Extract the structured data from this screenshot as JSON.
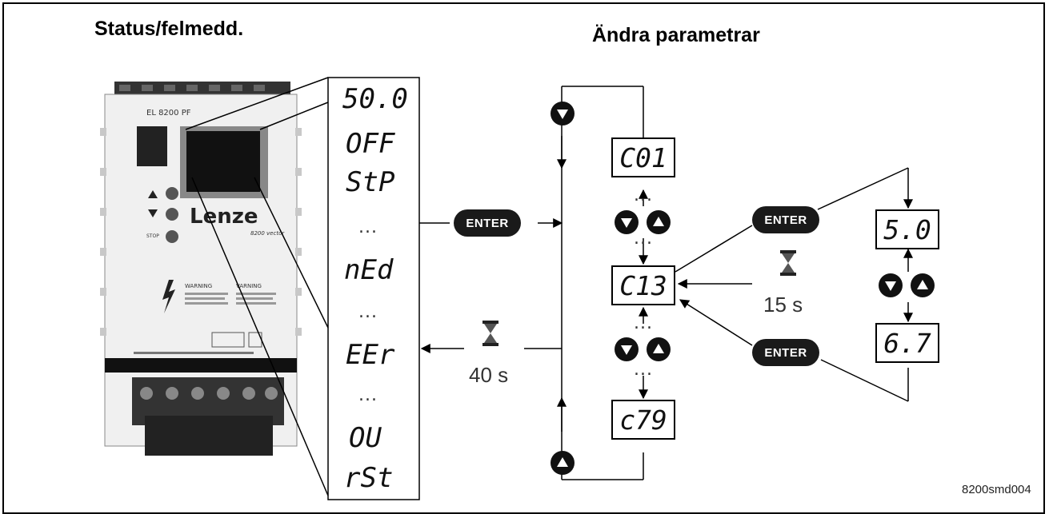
{
  "headings": {
    "status": "Status/felmedd.",
    "change": "Ändra parametrar"
  },
  "status_display": {
    "items": [
      "50.0",
      "OFF",
      "StP",
      "...",
      "nEd",
      "...",
      "EEr",
      "...",
      "OU",
      "rSt"
    ]
  },
  "param_display": {
    "c01": "C01",
    "c13": "C13",
    "c79": "c79",
    "val1": "5.0",
    "val2": "6.7"
  },
  "buttons": {
    "enter": "ENTER"
  },
  "timers": {
    "t40": "40 s",
    "t15": "15 s"
  },
  "device": {
    "brand": "Lenze",
    "model": "EL 8200 PF",
    "sub": "8200 vector",
    "warn_en": "WARNING",
    "warn_sv": "VARNING",
    "stop": "STOP"
  },
  "ellipsis": "...",
  "figure_id": "8200smd004"
}
